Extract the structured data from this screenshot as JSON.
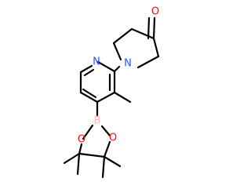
{
  "molecule": {
    "atom_labels": {
      "ketone_oxygen": "O",
      "piperidine_nitrogen": "N",
      "pyridine_nitrogen": "N",
      "boron": "B",
      "boronate_oxygen_1": "O",
      "boronate_oxygen_2": "O"
    },
    "colors": {
      "bond": "#000000",
      "oxygen": "#ff0d0d",
      "nitrogen": "#3050f8",
      "boron": "#ffb5b5"
    }
  }
}
